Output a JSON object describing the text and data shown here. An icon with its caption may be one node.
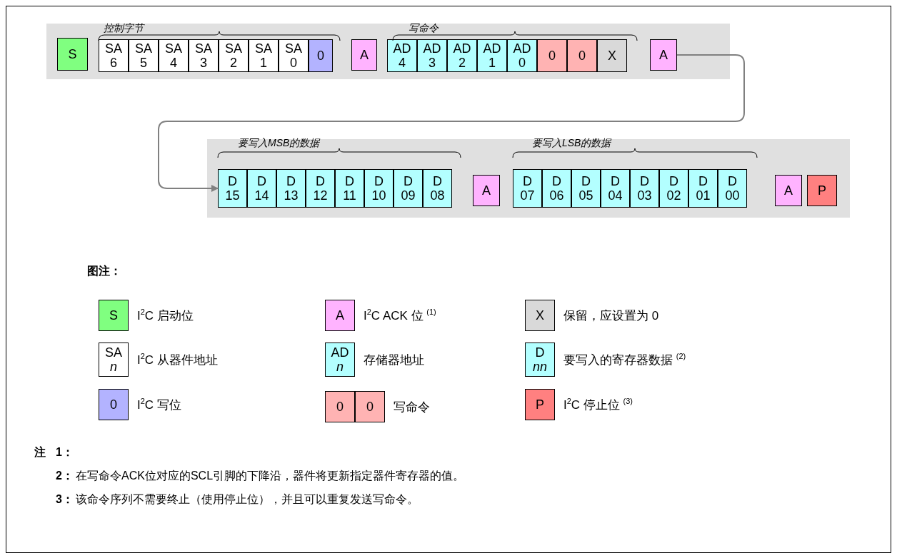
{
  "diagram": {
    "nodes": [
      {
        "text": [],
        "shape": "band"
      },
      {
        "text": [
          "S"
        ],
        "in": 0
      },
      {
        "text": [
          "SA",
          "6"
        ],
        "in": 0
      },
      {
        "text": [
          "SA",
          "5"
        ],
        "in": 0
      },
      {
        "text": [
          "SA",
          "4"
        ],
        "in": 0
      },
      {
        "text": [
          "SA",
          "3"
        ],
        "in": 0
      },
      {
        "text": [
          "SA",
          "2"
        ],
        "in": 0
      },
      {
        "text": [
          "SA",
          "1"
        ],
        "in": 0
      },
      {
        "text": [
          "SA",
          "0"
        ],
        "in": 0
      },
      {
        "text": [
          "0"
        ],
        "in": 0
      },
      {
        "text": [
          "A"
        ],
        "in": 0
      },
      {
        "text": [
          "AD",
          "4"
        ],
        "in": 0
      },
      {
        "text": [
          "AD",
          "3"
        ],
        "in": 0
      },
      {
        "text": [
          "AD",
          "2"
        ],
        "in": 0
      },
      {
        "text": [
          "AD",
          "1"
        ],
        "in": 0
      },
      {
        "text": [
          "AD",
          "0"
        ],
        "in": 0
      },
      {
        "text": [
          "0"
        ],
        "in": 0
      },
      {
        "text": [
          "0"
        ],
        "in": 0
      },
      {
        "text": [
          "X"
        ],
        "in": 0
      },
      {
        "text": [
          "A"
        ],
        "in": 0
      },
      {
        "text": [],
        "shape": "band"
      },
      {
        "text": [
          "D",
          "15"
        ],
        "in": 20
      },
      {
        "text": [
          "D",
          "14"
        ],
        "in": 20
      },
      {
        "text": [
          "D",
          "13"
        ],
        "in": 20
      },
      {
        "text": [
          "D",
          "12"
        ],
        "in": 20
      },
      {
        "text": [
          "D",
          "11"
        ],
        "in": 20
      },
      {
        "text": [
          "D",
          "10"
        ],
        "in": 20
      },
      {
        "text": [
          "D",
          "09"
        ],
        "in": 20
      },
      {
        "text": [
          "D",
          "08"
        ],
        "in": 20
      },
      {
        "text": [
          "A"
        ],
        "in": 20
      },
      {
        "text": [
          "D",
          "07"
        ],
        "in": 20
      },
      {
        "text": [
          "D",
          "06"
        ],
        "in": 20
      },
      {
        "text": [
          "D",
          "05"
        ],
        "in": 20
      },
      {
        "text": [
          "D",
          "04"
        ],
        "in": 20
      },
      {
        "text": [
          "D",
          "03"
        ],
        "in": 20
      },
      {
        "text": [
          "D",
          "02"
        ],
        "in": 20
      },
      {
        "text": [
          "D",
          "01"
        ],
        "in": 20
      },
      {
        "text": [
          "D",
          "00"
        ],
        "in": 20
      },
      {
        "text": [
          "A"
        ],
        "in": 20
      },
      {
        "text": [
          "P"
        ],
        "in": 20
      },
      {
        "text": [
          "S"
        ],
        "beside": [
          "I$^{2}$C 启动位"
        ]
      },
      {
        "text": [
          "A"
        ],
        "beside": [
          "I$^{2}$C ACK 位 $^{(1)}$"
        ]
      },
      {
        "text": [
          "X"
        ],
        "beside": [
          "保留，应设置为 0"
        ]
      },
      {
        "text": [
          "SA",
          "n"
        ],
        "beside": [
          "I$^{2}$C 从器件地址"
        ]
      },
      {
        "text": [
          "AD",
          "n"
        ],
        "beside": [
          "存储器地址"
        ]
      },
      {
        "text": [
          "D",
          "nn"
        ],
        "beside": [
          "要写入的寄存器数据 $^{(2)}$"
        ]
      },
      {
        "text": [
          "0"
        ],
        "beside": [
          "I$^{2}$C 写位"
        ]
      },
      {
        "text": [
          "0"
        ]
      },
      {
        "text": [
          "0"
        ],
        "beside": [
          "写命令"
        ]
      },
      {
        "text": [
          "P"
        ],
        "beside": [
          "I$^{2}$C 停止位 $^{(3)}$"
        ]
      }
    ],
    "edges": [
      {
        "from": 19,
        "to": 21,
        "arrow": "to"
      }
    ],
    "labels": [
      "控制字节",
      "写命令",
      "要写入MSB的数据",
      "要写入LSB的数据",
      "图注：",
      "注",
      "1：",
      "2：",
      "在写命令ACK位对应的SCL引脚的下降沿，器件将更新指定器件寄存器的值。",
      "3：",
      "该命令序列不需要终止（使用停止位），并且可以重复发送写命令。"
    ]
  }
}
